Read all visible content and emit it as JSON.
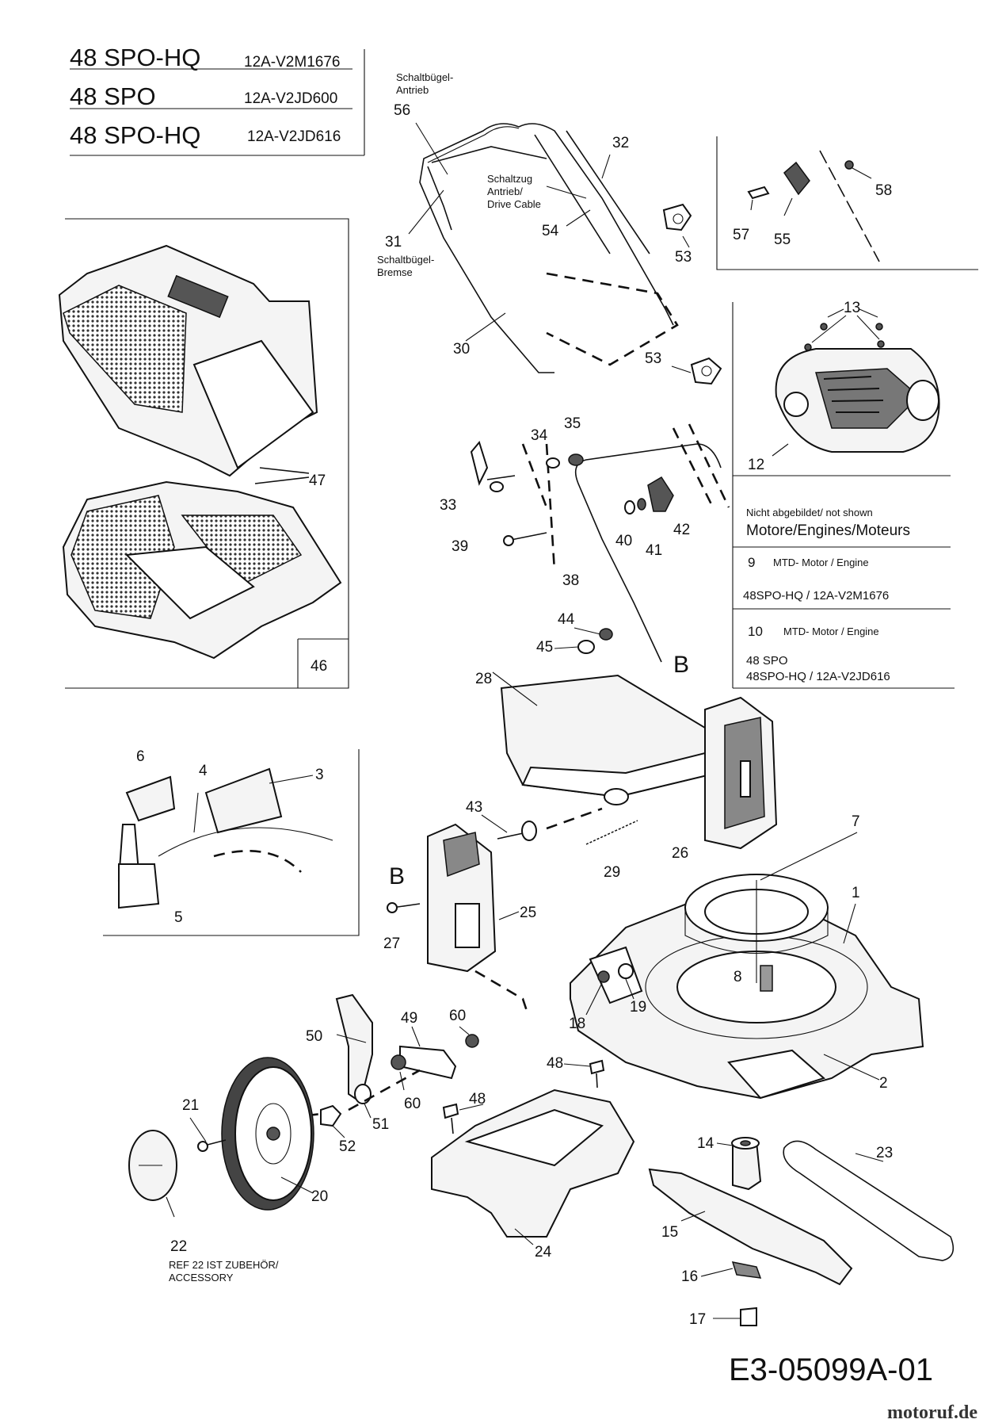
{
  "models": [
    {
      "name": "48 SPO-HQ",
      "code": "12A-V2M1676"
    },
    {
      "name": "48 SPO",
      "code": "12A-V2JD600"
    },
    {
      "name": "48 SPO-HQ",
      "code": "12A-V2JD616"
    }
  ],
  "labels": {
    "schaltbuegel_antrieb_1": "Schaltbügel-",
    "schaltbuegel_antrieb_2": "Antrieb",
    "schaltzug_1": "Schaltzug",
    "schaltzug_2": "Antrieb/",
    "schaltzug_3": "Drive Cable",
    "schaltbuegel_bremse_1": "Schaltbügel-",
    "schaltbuegel_bremse_2": "Bremse",
    "accessory_1": "REF 22 IST ZUBEHÖR/",
    "accessory_2": "ACCESSORY",
    "marker_b": "B"
  },
  "not_shown": {
    "heading": "Nicht abgebildet/ not shown",
    "subheading": "Motore/Engines/Moteurs",
    "entries": [
      {
        "ref": "9",
        "desc": "MTD- Motor / Engine",
        "models": [
          "48SPO-HQ / 12A-V2M1676"
        ]
      },
      {
        "ref": "10",
        "desc": "MTD- Motor / Engine",
        "models": [
          "48 SPO",
          "48SPO-HQ / 12A-V2JD616"
        ]
      }
    ]
  },
  "part_numbers": {
    "p1": "1",
    "p2": "2",
    "p3": "3",
    "p4": "4",
    "p5": "5",
    "p6": "6",
    "p7": "7",
    "p8": "8",
    "p12": "12",
    "p13": "13",
    "p14": "14",
    "p15": "15",
    "p16": "16",
    "p17": "17",
    "p18": "18",
    "p19": "19",
    "p20": "20",
    "p21": "21",
    "p22": "22",
    "p23": "23",
    "p24": "24",
    "p25": "25",
    "p26": "26",
    "p27": "27",
    "p28": "28",
    "p29": "29",
    "p30": "30",
    "p31": "31",
    "p32": "32",
    "p33": "33",
    "p34": "34",
    "p35": "35",
    "p38": "38",
    "p39": "39",
    "p40": "40",
    "p41": "41",
    "p42": "42",
    "p43": "43",
    "p44": "44",
    "p45": "45",
    "p46": "46",
    "p47": "47",
    "p48": "48",
    "p49": "49",
    "p50": "50",
    "p51": "51",
    "p52": "52",
    "p53": "53",
    "p54": "54",
    "p55": "55",
    "p56": "56",
    "p57": "57",
    "p58": "58",
    "p60": "60"
  },
  "drawing_number": "E3-05099A-01",
  "watermark": "motoruf.de"
}
